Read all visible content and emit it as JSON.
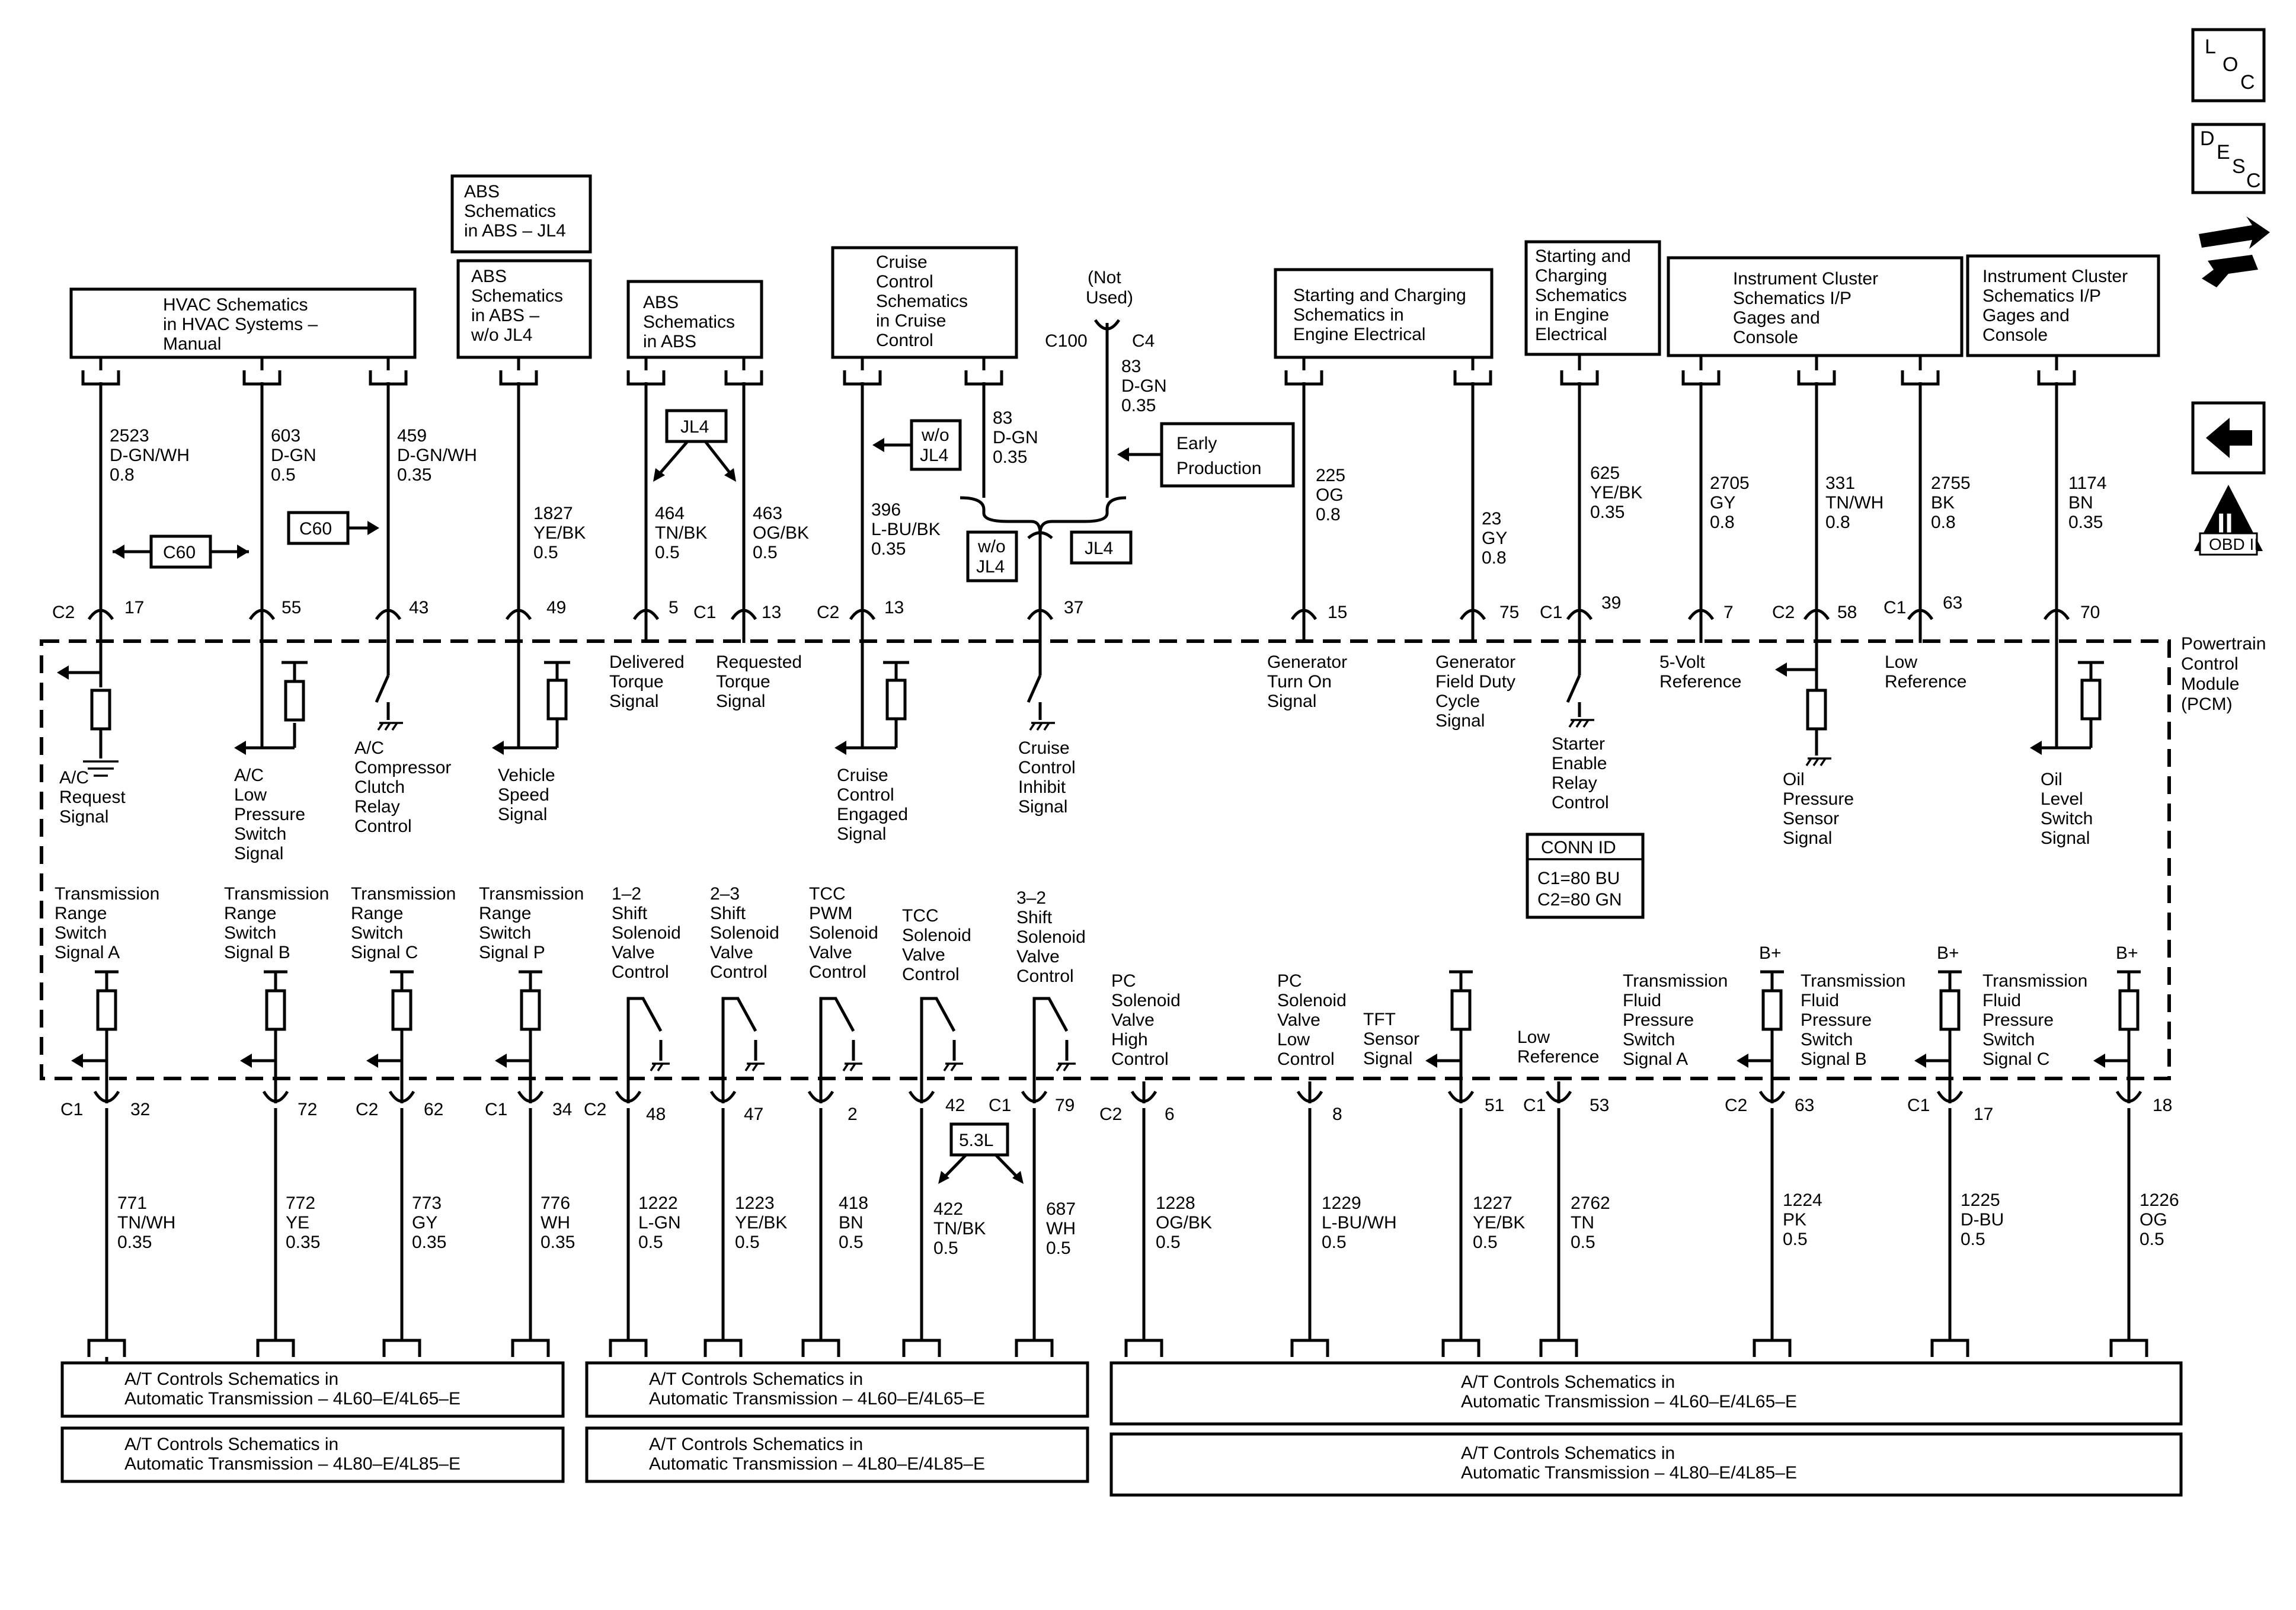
{
  "colors": {
    "ink": "#000000",
    "paper": "#ffffff"
  },
  "module_label": [
    "Powertrain",
    "Control",
    "Module",
    "(PCM)"
  ],
  "conn_id": {
    "title": "CONN ID",
    "c1": "C1=80 BU",
    "c2": "C2=80 GN"
  },
  "side_icons": [
    {
      "icon": "loc-icon",
      "letters": [
        "L",
        "O",
        "C"
      ]
    },
    {
      "icon": "desc-icon",
      "letters": [
        "D",
        "E",
        "S",
        "C"
      ]
    },
    {
      "icon": "connector-tool-icon"
    },
    {
      "icon": "back-arrow-icon"
    },
    {
      "icon": "obd-ii-icon",
      "label": "OBD II",
      "numeral": "II"
    }
  ],
  "top_boxes": [
    {
      "lines": [
        "HVAC Schematics",
        "in HVAC Systems –",
        "Manual"
      ]
    },
    {
      "lines": [
        "ABS",
        "Schematics",
        "in ABS – JL4"
      ]
    },
    {
      "lines": [
        "ABS",
        "Schematics",
        "in ABS –",
        "w/o JL4"
      ]
    },
    {
      "lines": [
        "ABS",
        "Schematics",
        "in ABS"
      ]
    },
    {
      "lines": [
        "Cruise",
        "Control",
        "Schematics",
        "in Cruise",
        "Control"
      ]
    },
    {
      "lines": [
        "Starting and Charging",
        "Schematics in",
        "Engine Electrical"
      ]
    },
    {
      "lines": [
        "Starting and",
        "Charging",
        "Schematics",
        "in Engine",
        "Electrical"
      ]
    },
    {
      "lines": [
        "Instrument Cluster",
        "Schematics I/P",
        "Gages and",
        "Console"
      ]
    },
    {
      "lines": [
        "Instrument Cluster",
        "Schematics I/P",
        "Gages and",
        "Console"
      ]
    }
  ],
  "top_wires": [
    {
      "circuit": [
        "2523",
        "D-GN/WH",
        "0.8"
      ],
      "conn": "C2",
      "pin": "17",
      "signal": [
        "A/C",
        "Request",
        "Signal"
      ]
    },
    {
      "circuit": [
        "603",
        "D-GN",
        "0.5"
      ],
      "conn": "",
      "pin": "55",
      "signal": [
        "A/C",
        "Low",
        "Pressure",
        "Switch",
        "Signal"
      ]
    },
    {
      "circuit": [
        "459",
        "D-GN/WH",
        "0.35"
      ],
      "conn": "",
      "pin": "43",
      "signal": [
        "A/C",
        "Compressor",
        "Clutch",
        "Relay",
        "Control"
      ]
    },
    {
      "circuit": [
        "1827",
        "YE/BK",
        "0.5"
      ],
      "conn": "",
      "pin": "49",
      "signal": [
        "Vehicle",
        "Speed",
        "Signal"
      ]
    },
    {
      "circuit": [
        "464",
        "TN/BK",
        "0.5"
      ],
      "conn": "",
      "pin": "5",
      "signal": [
        "Delivered",
        "Torque",
        "Signal"
      ]
    },
    {
      "circuit": [
        "463",
        "OG/BK",
        "0.5"
      ],
      "conn": "C1",
      "pin": "13",
      "signal": [
        "Requested",
        "Torque",
        "Signal"
      ]
    },
    {
      "circuit": [
        "396",
        "L-BU/BK",
        "0.35"
      ],
      "conn": "C2",
      "pin": "13",
      "signal": [
        "Cruise",
        "Control",
        "Engaged",
        "Signal"
      ]
    },
    {
      "circuit": [
        "83",
        "D-GN",
        "0.35"
      ],
      "conn": "",
      "pin": "37",
      "signal": [
        "Cruise",
        "Control",
        "Inhibit",
        "Signal"
      ]
    },
    {
      "circuit": [
        "225",
        "OG",
        "0.8"
      ],
      "conn": "",
      "pin": "15",
      "signal": [
        "Generator",
        "Turn On",
        "Signal"
      ]
    },
    {
      "circuit": [
        "23",
        "GY",
        "0.8"
      ],
      "conn": "",
      "pin": "75",
      "signal": [
        "Generator",
        "Field Duty",
        "Cycle",
        "Signal"
      ]
    },
    {
      "circuit": [
        "625",
        "YE/BK",
        "0.35"
      ],
      "conn": "C1",
      "pin": "39",
      "signal": [
        "Starter",
        "Enable",
        "Relay",
        "Control"
      ]
    },
    {
      "circuit": [
        "2705",
        "GY",
        "0.8"
      ],
      "conn": "",
      "pin": "7",
      "signal": [
        "5-Volt",
        "Reference"
      ]
    },
    {
      "circuit": [
        "331",
        "TN/WH",
        "0.8"
      ],
      "conn": "C2",
      "pin": "58",
      "signal": [
        "Oil",
        "Pressure",
        "Sensor",
        "Signal"
      ]
    },
    {
      "circuit": [
        "2755",
        "BK",
        "0.8"
      ],
      "conn": "C1",
      "pin": "63",
      "signal": [
        "Low",
        "Reference"
      ]
    },
    {
      "circuit": [
        "1174",
        "BN",
        "0.35"
      ],
      "conn": "",
      "pin": "70",
      "signal": [
        "Oil",
        "Level",
        "Switch",
        "Signal"
      ]
    }
  ],
  "top_tags": {
    "c60_left": "C60",
    "c60_right": "C60",
    "jl4_split": "JL4",
    "wo_jl4_upper": [
      "w/o",
      "JL4"
    ],
    "wo_jl4_lower": [
      "w/o",
      "JL4"
    ],
    "jl4_lower": "JL4",
    "early_production": [
      "Early",
      "Production"
    ],
    "c100": "C100",
    "c4": "C4",
    "not_used": [
      "(Not",
      "Used)"
    ],
    "c4_circuit": [
      "83",
      "D-GN",
      "0.35"
    ]
  },
  "bottom_wires": [
    {
      "signal": [
        "Transmission",
        "Range",
        "Switch",
        "Signal A"
      ],
      "conn": "C1",
      "pin": "32",
      "circuit": [
        "771",
        "TN/WH",
        "0.35"
      ]
    },
    {
      "signal": [
        "Transmission",
        "Range",
        "Switch",
        "Signal B"
      ],
      "conn": "",
      "pin": "72",
      "circuit": [
        "772",
        "YE",
        "0.35"
      ]
    },
    {
      "signal": [
        "Transmission",
        "Range",
        "Switch",
        "Signal C"
      ],
      "conn": "C2",
      "pin": "62",
      "circuit": [
        "773",
        "GY",
        "0.35"
      ]
    },
    {
      "signal": [
        "Transmission",
        "Range",
        "Switch",
        "Signal P"
      ],
      "conn": "C1",
      "pin": "34",
      "circuit": [
        "776",
        "WH",
        "0.35"
      ]
    },
    {
      "signal": [
        "1–2",
        "Shift",
        "Solenoid",
        "Valve",
        "Control"
      ],
      "conn": "C2",
      "pin": "48",
      "circuit": [
        "1222",
        "L-GN",
        "0.5"
      ]
    },
    {
      "signal": [
        "2–3",
        "Shift",
        "Solenoid",
        "Valve",
        "Control"
      ],
      "conn": "",
      "pin": "47",
      "circuit": [
        "1223",
        "YE/BK",
        "0.5"
      ]
    },
    {
      "signal": [
        "TCC",
        "PWM",
        "Solenoid",
        "Valve",
        "Control"
      ],
      "conn": "",
      "pin": "2",
      "circuit": [
        "418",
        "BN",
        "0.5"
      ]
    },
    {
      "signal": [
        "TCC",
        "Solenoid",
        "Valve",
        "Control"
      ],
      "conn": "",
      "pin": "42",
      "circuit": [
        "422",
        "TN/BK",
        "0.5"
      ]
    },
    {
      "signal": [
        "3–2",
        "Shift",
        "Solenoid",
        "Valve",
        "Control"
      ],
      "conn": "C1",
      "pin": "79",
      "circuit": [
        "687",
        "WH",
        "0.5"
      ]
    },
    {
      "signal": [
        "PC",
        "Solenoid",
        "Valve",
        "High",
        "Control"
      ],
      "conn": "C2",
      "pin": "6",
      "circuit": [
        "1228",
        "OG/BK",
        "0.5"
      ]
    },
    {
      "signal": [
        "PC",
        "Solenoid",
        "Valve",
        "Low",
        "Control"
      ],
      "conn": "",
      "pin": "8",
      "circuit": [
        "1229",
        "L-BU/WH",
        "0.5"
      ]
    },
    {
      "signal": [
        "TFT",
        "Sensor",
        "Signal"
      ],
      "conn": "",
      "pin": "51",
      "circuit": [
        "1227",
        "YE/BK",
        "0.5"
      ]
    },
    {
      "signal": [
        "Low",
        "Reference"
      ],
      "conn": "C1",
      "pin": "53",
      "circuit": [
        "2762",
        "TN",
        "0.5"
      ]
    },
    {
      "signal": [
        "Transmission",
        "Fluid",
        "Pressure",
        "Switch",
        "Signal A"
      ],
      "conn": "C2",
      "pin": "63",
      "circuit": [
        "1224",
        "PK",
        "0.5"
      ]
    },
    {
      "signal": [
        "Transmission",
        "Fluid",
        "Pressure",
        "Switch",
        "Signal B"
      ],
      "conn": "C1",
      "pin": "17",
      "circuit": [
        "1225",
        "D-BU",
        "0.5"
      ]
    },
    {
      "signal": [
        "Transmission",
        "Fluid",
        "Pressure",
        "Switch",
        "Signal C"
      ],
      "conn": "",
      "pin": "18",
      "circuit": [
        "1226",
        "OG",
        "0.5"
      ]
    }
  ],
  "bplus": [
    "B+",
    "B+",
    "B+"
  ],
  "tag_5_3l": "5.3L",
  "bottom_boxes": [
    {
      "lines": [
        "A/T Controls Schematics in",
        "Automatic Transmission – 4L60–E/4L65–E"
      ]
    },
    {
      "lines": [
        "A/T Controls Schematics in",
        "Automatic Transmission – 4L80–E/4L85–E"
      ]
    },
    {
      "lines": [
        "A/T Controls Schematics in",
        "Automatic Transmission – 4L60–E/4L65–E"
      ]
    },
    {
      "lines": [
        "A/T Controls Schematics in",
        "Automatic Transmission – 4L80–E/4L85–E"
      ]
    },
    {
      "lines": [
        "A/T Controls Schematics in",
        "Automatic Transmission – 4L60–E/4L65–E"
      ]
    },
    {
      "lines": [
        "A/T Controls Schematics in",
        "Automatic Transmission – 4L80–E/4L85–E"
      ]
    }
  ]
}
